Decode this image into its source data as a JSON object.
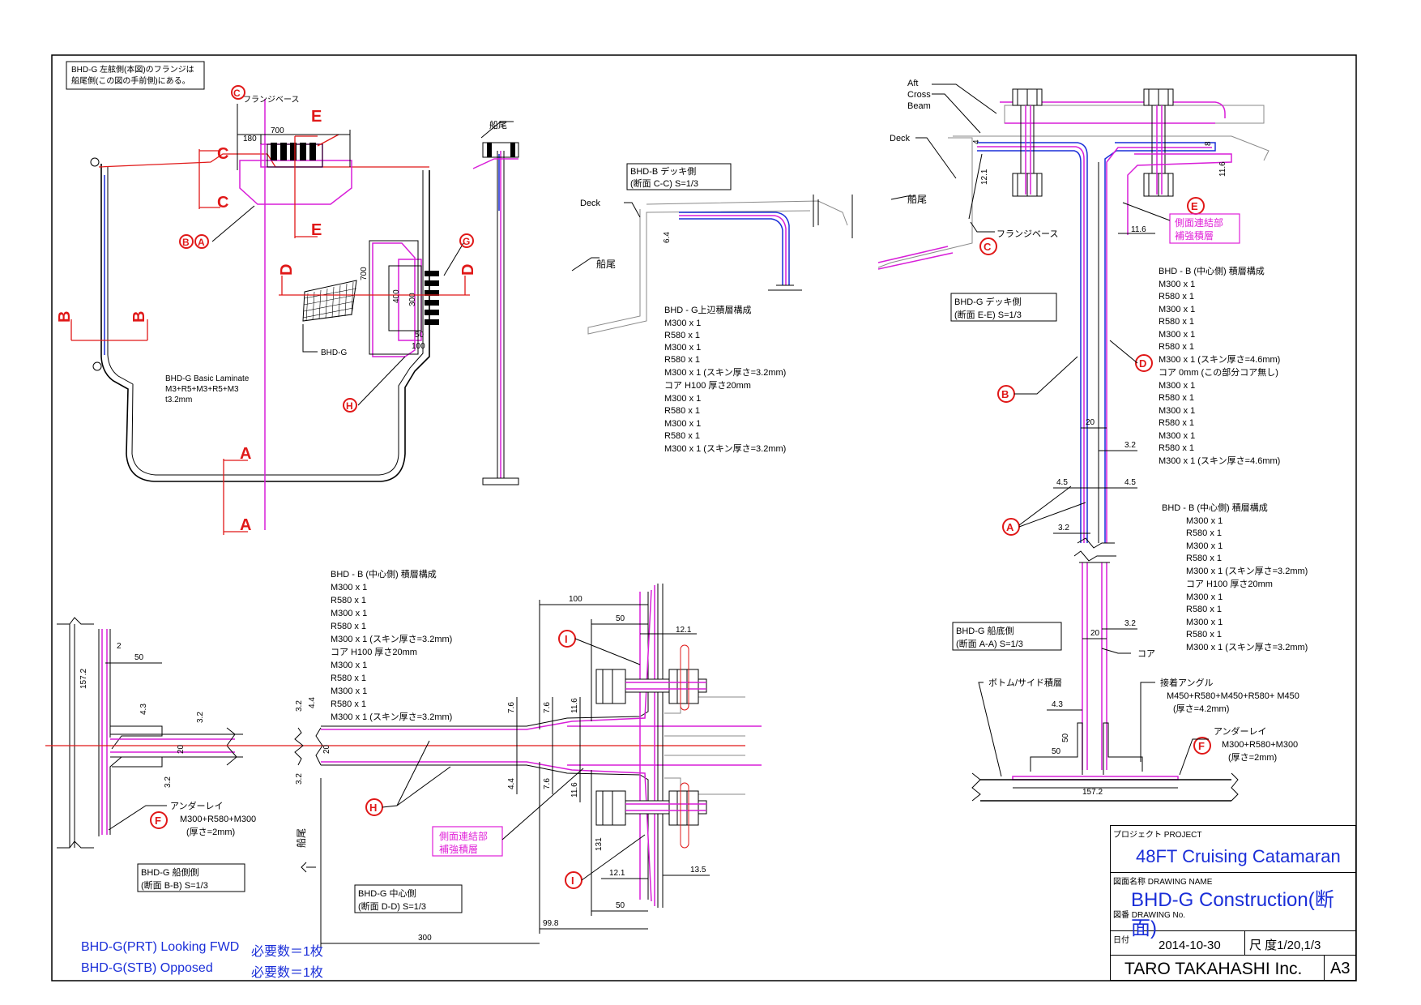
{
  "top_note": [
    "BHD-G 左舷側(本図)のフランジは",
    "船尾側(この図の手前側)にある。"
  ],
  "main_view": {
    "flange_base": "フランジベース",
    "dim_180": "180",
    "dim_700": "700",
    "dim_700b": "700",
    "dim_400": "400",
    "dim_300": "300",
    "dim_50": "50",
    "dim_100": "100",
    "bhd_g_label": "BHD-G",
    "laminate": [
      "BHD-G Basic Laminate",
      "M3+R5+M3+R5+M3",
      "t3.2mm"
    ]
  },
  "section_letters": {
    "A": "A",
    "B": "B",
    "C": "C",
    "D": "D",
    "E": "E",
    "F": "F",
    "G": "G",
    "H": "H",
    "I": "I"
  },
  "side_view": {
    "stern": "船尾"
  },
  "cc_view": {
    "title": [
      "BHD-B デッキ側",
      "(断面  C-C)    S=1/3"
    ],
    "deck": "Deck",
    "stern": "船尾",
    "dim_64": "6.4",
    "layup_title": "BHD - G上辺積層構成",
    "layup": [
      "M300  x  1",
      "R580   x  1",
      "M300  x  1",
      "R580   x  1",
      "M300  x  1 (スキン厚さ=3.2mm)",
      "コア  H100  厚さ20mm",
      "M300  x  1",
      "R580   x  1",
      "M300  x  1",
      "R580   x  1",
      "M300  x  1 (スキン厚さ=3.2mm)"
    ]
  },
  "ee_view": {
    "aft_cross_beam": [
      "Aft",
      "Cross",
      "Beam"
    ],
    "deck": "Deck",
    "stern": "船尾",
    "flange_base": "フランジベース",
    "dim_4": "4",
    "dim_121": "12.1",
    "dim_8": "8",
    "dim_116": "11.6",
    "dim_116b": "11.6",
    "side_joint": [
      "側面連結部",
      "補強積層"
    ],
    "title": [
      "BHD-G デッキ側",
      "(断面  E-E)    S=1/3"
    ],
    "layup_title": "BHD - B (中心側) 積層構成",
    "layup": [
      "M300  x  1",
      "R580   x  1",
      "M300  x  1",
      "R580   x  1",
      "M300  x  1",
      "R580   x  1",
      "M300  x   1 (スキン厚さ=4.6mm)",
      "コア       0mm (この部分コア無し)",
      "M300  x  1",
      "R580   x  1",
      "M300  x  1",
      "R580   x  1",
      "M300  x  1",
      "R580   x  1",
      "M300  x   1 (スキン厚さ=4.6mm)"
    ],
    "dim_20": "20",
    "dim_32": "3.2",
    "dim_45a": "4.5",
    "dim_45b": "4.5",
    "dim_32b": "3.2"
  },
  "aa_view": {
    "layup_title": "BHD - B (中心側) 積層構成",
    "layup": [
      "M300  x  1",
      "R580   x  1",
      "M300  x  1",
      "R580   x  1",
      "M300  x   1 (スキン厚さ=3.2mm)",
      "コア  H100  厚さ20mm",
      "M300  x  1",
      "R580   x  1",
      "M300  x  1",
      "R580   x  1",
      "M300  x   1 (スキン厚さ=3.2mm)"
    ],
    "title": [
      "BHD-G 船底側",
      "(断面  A-A)    S=1/3"
    ],
    "dim_20": "20",
    "dim_32": "3.2",
    "core": "コア",
    "bottom_side": "ボトム/サイド積層",
    "angle_title": "接着アングル",
    "angle_spec": [
      "M450+R580+M450+R580+ M450",
      "(厚さ=4.2mm)"
    ],
    "underlay_title": "アンダーレイ",
    "underlay_spec": [
      "M300+R580+M300",
      "(厚さ=2mm)"
    ],
    "dim_43": "4.3",
    "dim_50a": "50",
    "dim_50b": "50",
    "dim_1572": "157.2"
  },
  "bb_view": {
    "dim_2": "2",
    "dim_50": "50",
    "dim_1572": "157.2",
    "dim_43": "4.3",
    "dim_32a": "3.2",
    "dim_20": "20",
    "dim_32b": "3.2",
    "underlay_title": "アンダーレイ",
    "underlay_spec": [
      "M300+R580+M300",
      "(厚さ=2mm)"
    ],
    "title": [
      "BHD-G 船側側",
      "(断面  B-B)    S=1/3"
    ]
  },
  "dd_view": {
    "layup_title": "BHD - B (中心側) 積層構成",
    "layup": [
      "M300  x  1",
      "R580   x  1",
      "M300  x  1",
      "R580   x  1",
      "M300  x   1 (スキン厚さ=3.2mm)",
      "コア  H100  厚さ20mm",
      "M300  x  1",
      "R580   x  1",
      "M300  x  1",
      "R580   x  1",
      "M300  x   1 (スキン厚さ=3.2mm)"
    ],
    "dim_32a": "3.2",
    "dim_44a": "4.4",
    "dim_20": "20",
    "dim_32b": "3.2",
    "dim_76a": "7.6",
    "dim_76b": "7.6",
    "dim_116a": "11.6",
    "dim_44b": "4.4",
    "dim_76c": "7.6",
    "dim_116b": "11.6",
    "dim_100": "100",
    "dim_50a": "50",
    "dim_121a": "12.1",
    "dim_131": "131",
    "dim_121b": "12.1",
    "dim_135": "13.5",
    "dim_50b": "50",
    "dim_998": "99.8",
    "dim_300": "300",
    "side_joint": [
      "側面連結部",
      "補強積層"
    ],
    "stern": "船尾",
    "title": [
      "BHD-G 中心側",
      "(断面  D-D)    S=1/3"
    ]
  },
  "footer": {
    "row1_name": "BHD-G(PRT)  Looking FWD",
    "row1_qty": "必要数＝1枚",
    "row2_name": "BHD-G(STB)  Opposed",
    "row2_qty": "必要数＝1枚"
  },
  "title_block": {
    "project_label": "プロジェクト  PROJECT",
    "project": "48FT Cruising Catamaran",
    "drawing_name_label": "図面名称  DRAWING  NAME",
    "drawing_name": "BHD-G  Construction(断面)",
    "drawing_no_label": "図番  DRAWING No.",
    "date_label": "日付",
    "date": "2014-10-30",
    "scale": "尺  度1/20,1/3",
    "company": "TARO TAKAHASHI Inc.",
    "size": "A3"
  },
  "colors": {
    "red": "#e01818",
    "blue": "#1a2ed8",
    "magenta": "#e020d8"
  }
}
